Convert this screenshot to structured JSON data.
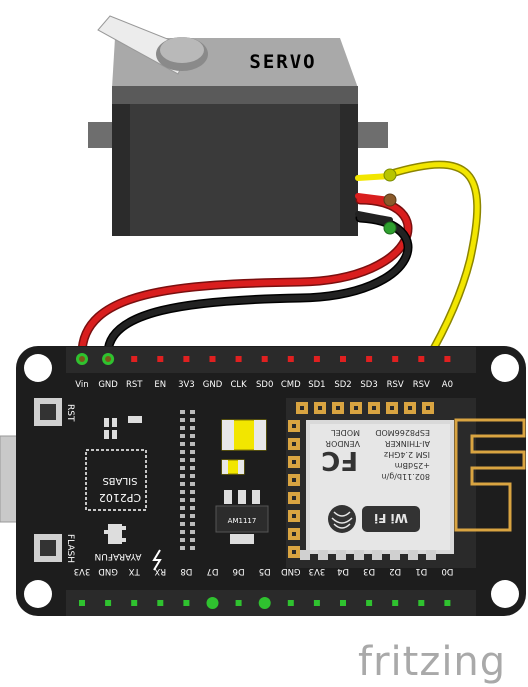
{
  "servo": {
    "label": "SERVO"
  },
  "board": {
    "top_pins": [
      "Vin",
      "GND",
      "RST",
      "EN",
      "3V3",
      "GND",
      "CLK",
      "SD0",
      "CMD",
      "SD1",
      "SD2",
      "SD3",
      "RSV",
      "RSV",
      "A0"
    ],
    "bottom_pins": [
      "3V3",
      "GND",
      "TX",
      "RX",
      "D8",
      "D7",
      "D6",
      "D5",
      "GND",
      "3V3",
      "D4",
      "D3",
      "D2",
      "D1",
      "D0"
    ],
    "rst_label": "RST",
    "flash_label": "FLASH",
    "usb_chip": [
      "SILABS",
      "CP2102"
    ],
    "regulator": "AM1117",
    "maker": "AYARAFUN",
    "module_text": [
      "802.11b/g/n",
      "+25dBm",
      "ISM 2.4GHz",
      "AI-THINKER",
      "ESP8266MOD",
      "VENDOR",
      "MODEL"
    ],
    "fcc": "FC",
    "wifi": "Wi Fi"
  },
  "footer": {
    "brand": "fritzing"
  },
  "colors": {
    "board": "#1d1d1d",
    "servo_body": "#3c3c3c",
    "servo_top": "#a9a9a9",
    "servo_label": "#f5b800",
    "wire_red": "#d91e1e",
    "wire_black": "#1a1a1a",
    "wire_yellow": "#f2e600",
    "pin_red": "#e02020",
    "pin_green": "#2fc22f",
    "gold_pad": "#d9a441"
  }
}
